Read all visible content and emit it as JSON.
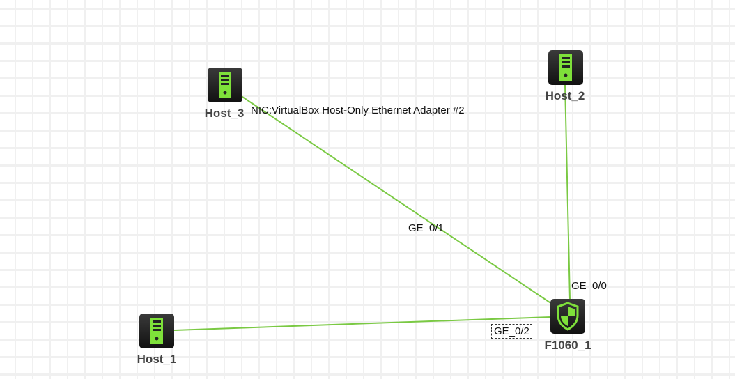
{
  "nodes": {
    "host_3": "Host_3",
    "host_2": "Host_2",
    "host_1": "Host_1",
    "firewall": "F1060_1"
  },
  "links": {
    "nic_label": "NIC:VirtualBox Host-Only Ethernet Adapter #2",
    "ge01": "GE_0/1",
    "ge00": "GE_0/0",
    "ge02": "GE_0/2"
  },
  "colors": {
    "link": "#7ac943",
    "icon": "#7ee03a"
  }
}
